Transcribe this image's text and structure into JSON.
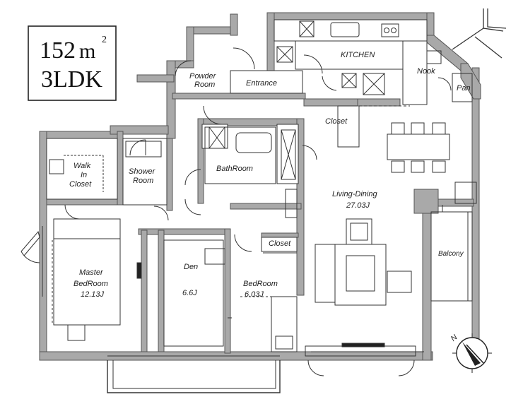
{
  "summary": {
    "area": "152",
    "area_unit": "m",
    "area_sup": "2",
    "layout": "3LDK"
  },
  "rooms": {
    "powder_1": "Powder",
    "powder_2": "Room",
    "entrance": "Entrance",
    "kitchen": "KITCHEN",
    "nook": "Nook",
    "pantry": "Pan",
    "closet_kitchen": "Closet",
    "walkin_1": "Walk",
    "walkin_2": "In",
    "walkin_3": "Closet",
    "shower_1": "Shower",
    "shower_2": "Room",
    "bathroom": "BathRoom",
    "living_1": "Living-Dining",
    "living_2": "27.03J",
    "closet_bed": "Closet",
    "master_1": "Master",
    "master_2": "BedRoom",
    "master_3": "12.13J",
    "den_1": "Den",
    "den_2": "6.6J",
    "bed_1": "BedRoom",
    "bed_2": "6.03J",
    "balcony": "Balcony"
  },
  "compass": {
    "north": "N"
  },
  "colors": {
    "wall": "#a9a9a9",
    "wall_edge": "#555555",
    "line": "#333333"
  }
}
